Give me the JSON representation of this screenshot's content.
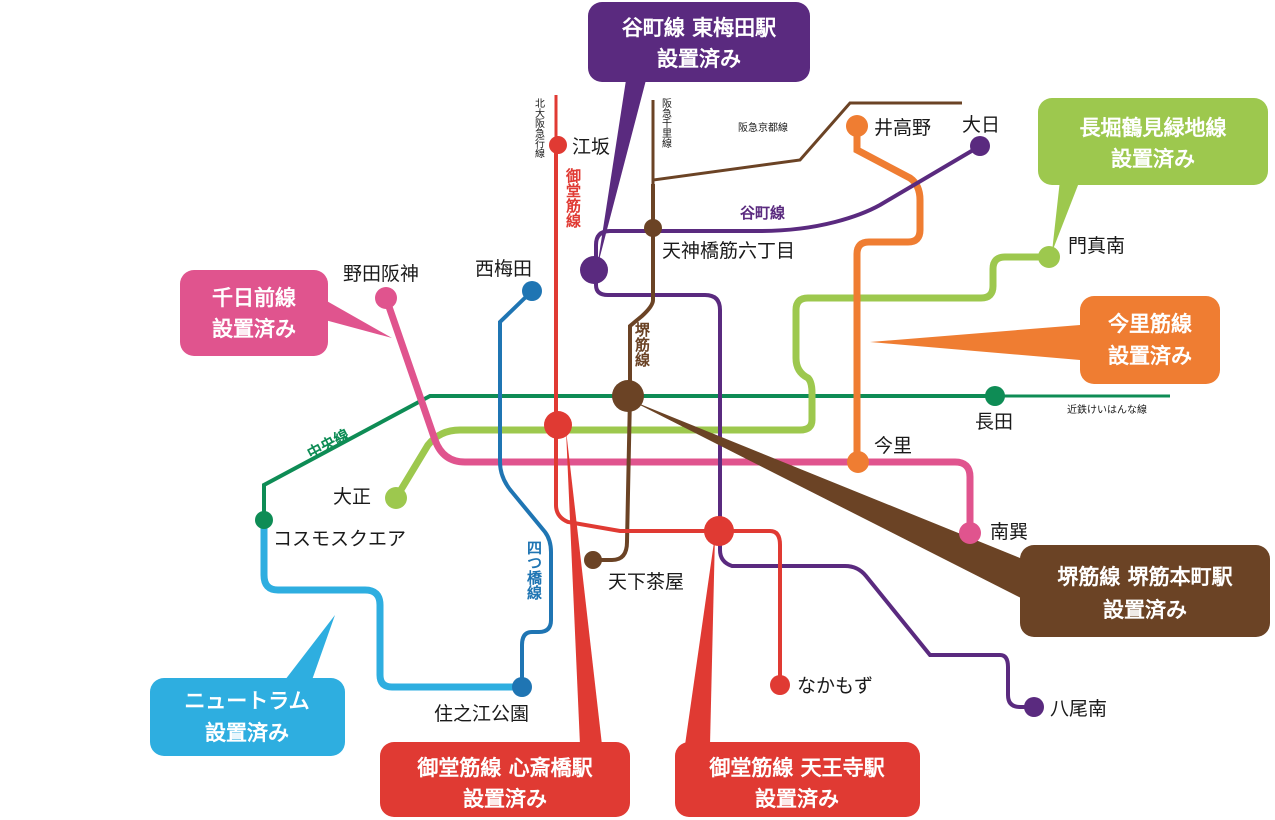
{
  "colors": {
    "midosuji": "#e03a33",
    "tanimachi": "#5a2a7f",
    "yotsubashi": "#1f75b3",
    "chuo": "#0e8c55",
    "sennichimae": "#e0548e",
    "sakaisuji": "#6b4325",
    "nagahori": "#9dc84e",
    "imazatosuji": "#ef7d32",
    "newtram": "#2eaee0",
    "private": "#6b4325"
  },
  "stations": {
    "esaka": "江坂",
    "noda_hanshin": "野田阪神",
    "nishi_umeda": "西梅田",
    "tenjinbashi": "天神橋筋六丁目",
    "itakano": "井高野",
    "dainichi": "大日",
    "kadoma_minami": "門真南",
    "nagata": "長田",
    "imazato": "今里",
    "taisho": "大正",
    "cosmosquare": "コスモスクエア",
    "minami_tatsumi": "南巽",
    "tengachaya": "天下茶屋",
    "nakamozu": "なかもず",
    "yao_minami": "八尾南",
    "suminoe_koen": "住之江公園"
  },
  "line_labels": {
    "kita_osaka": "北大阪急行線",
    "hankyu_senri": "阪急千里線",
    "hankyu_kyoto": "阪急京都線",
    "midosuji": "御堂筋線",
    "tanimachi": "谷町線",
    "sakaisuji": "堺筋線",
    "chuo": "中央線",
    "yotsubashi": "四つ橋線",
    "kintetsu": "近鉄けいはんな線"
  },
  "callouts": {
    "tanimachi": {
      "line1": "谷町線 東梅田駅",
      "line2": "設置済み",
      "color": "#5a2a7f"
    },
    "nagahori": {
      "line1": "長堀鶴見緑地線",
      "line2": "設置済み",
      "color": "#9dc84e"
    },
    "sennichimae": {
      "line1": "千日前線",
      "line2": "設置済み",
      "color": "#e0548e"
    },
    "imazato": {
      "line1": "今里筋線",
      "line2": "設置済み",
      "color": "#ef7d32"
    },
    "sakaisuji": {
      "line1": "堺筋線 堺筋本町駅",
      "line2": "設置済み",
      "color": "#6b4325"
    },
    "newtram": {
      "line1": "ニュートラム",
      "line2": "設置済み",
      "color": "#2eaee0"
    },
    "shinsaibashi": {
      "line1": "御堂筋線 心斎橋駅",
      "line2": "設置済み",
      "color": "#e03a33"
    },
    "tennoji": {
      "line1": "御堂筋線 天王寺駅",
      "line2": "設置済み",
      "color": "#e03a33"
    }
  }
}
